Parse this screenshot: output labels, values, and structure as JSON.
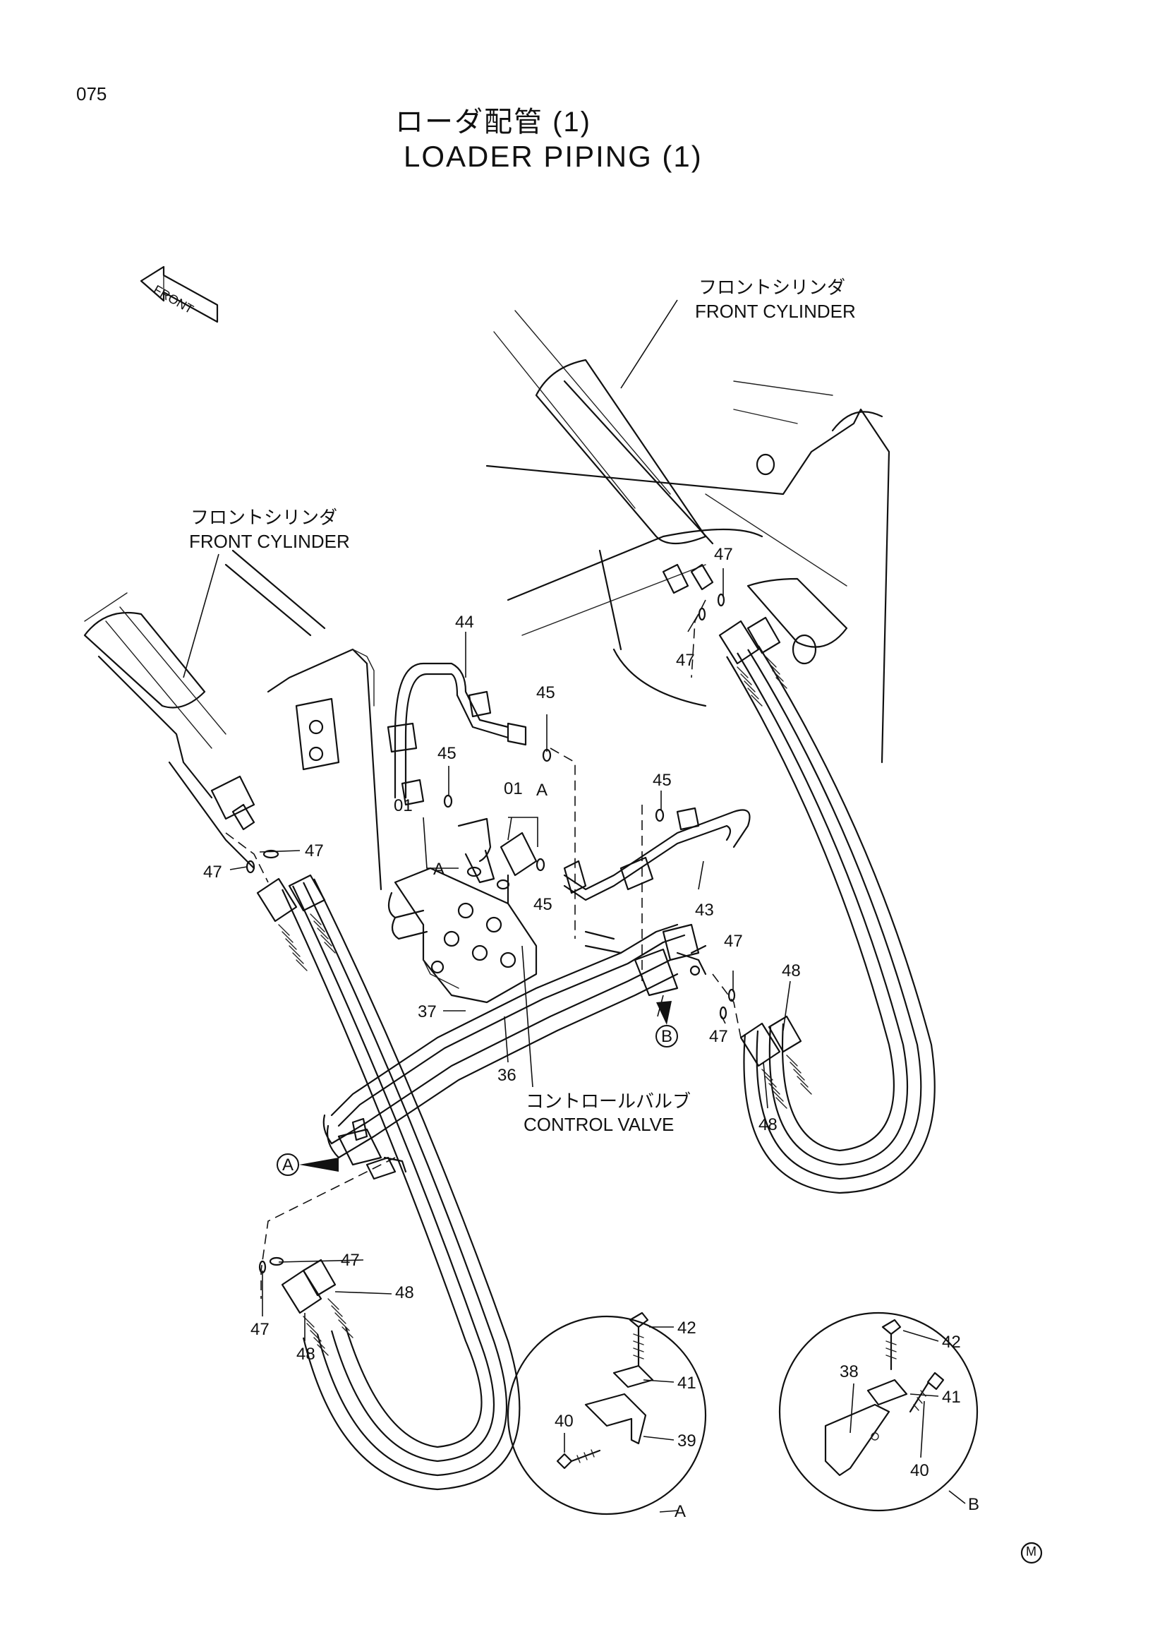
{
  "page_number": "075",
  "title": {
    "japanese": "ローダ配管 (1)",
    "english": "LOADER PIPING (1)"
  },
  "front_indicator": "FRONT",
  "component_labels": {
    "front_cylinder_right_jp": "フロントシリンダ",
    "front_cylinder_right_en": "FRONT CYLINDER",
    "front_cylinder_left_jp": "フロントシリンダ",
    "front_cylinder_left_en": "FRONT CYLINDER",
    "control_valve_jp": "コントロールバルブ",
    "control_valve_en": "CONTROL VALVE"
  },
  "callouts": {
    "c44": "44",
    "c45a": "45",
    "c45b": "45",
    "c45c": "45",
    "c45d": "45",
    "c01a": "01",
    "c01b": "01",
    "cA1": "A",
    "cA2": "A",
    "c43": "43",
    "c47a": "47",
    "c47b": "47",
    "c47c": "47",
    "c47d": "47",
    "c47e": "47",
    "c47f": "47",
    "c47g": "47",
    "c47h": "47",
    "c48a": "48",
    "c48b": "48",
    "c48c": "48",
    "c48d": "48",
    "c37": "37",
    "c36": "36"
  },
  "detail_markers": {
    "marker_a": "A",
    "marker_b": "B"
  },
  "detail_a": {
    "label": "A",
    "parts": [
      "42",
      "41",
      "40",
      "39"
    ]
  },
  "detail_b": {
    "label": "B",
    "parts": [
      "42",
      "41",
      "38",
      "40"
    ]
  },
  "maker_mark": "M"
}
